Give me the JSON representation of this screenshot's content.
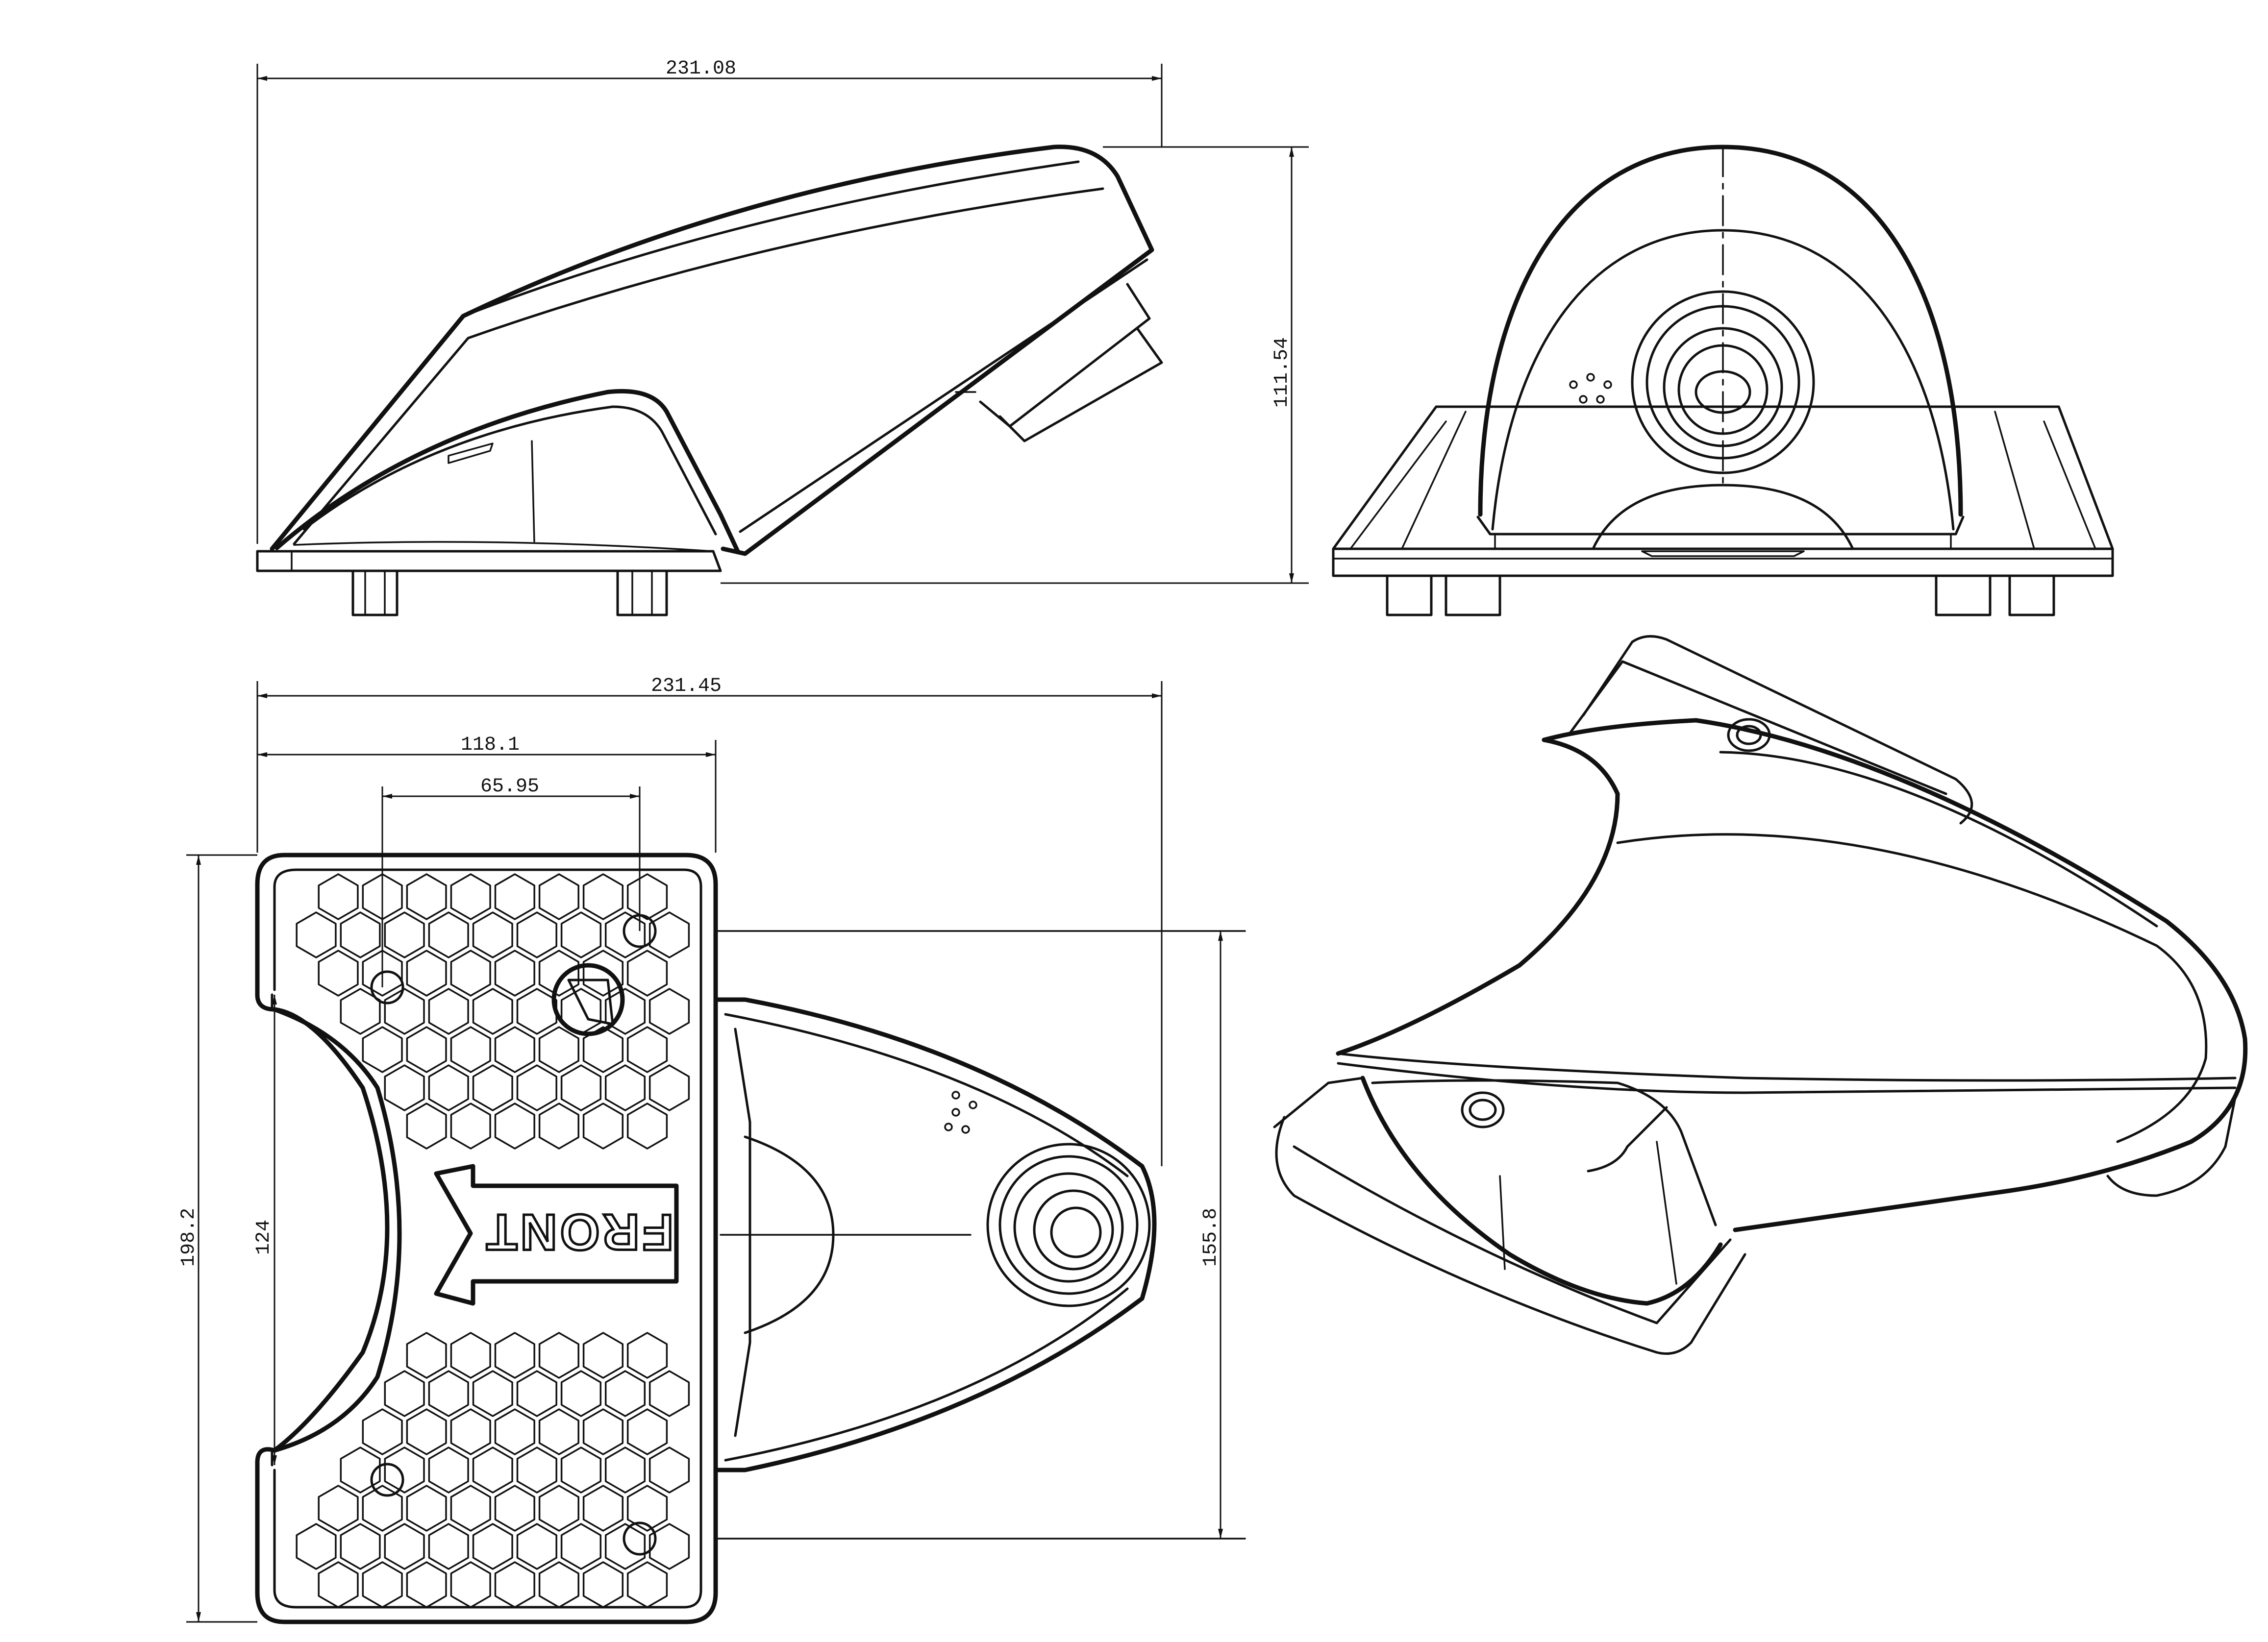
{
  "dimensions": {
    "side_width": "231.08",
    "side_height": "111.54",
    "top_width": "231.45",
    "top_mount_width": "118.1",
    "top_hole_spacing": "65.95",
    "top_total_height": "198.2",
    "top_cutout_height": "124",
    "top_hole_vertical": "155.8"
  },
  "labels": {
    "front_marking": "FRONT"
  },
  "colors": {
    "line": "#111111",
    "background": "#ffffff"
  }
}
